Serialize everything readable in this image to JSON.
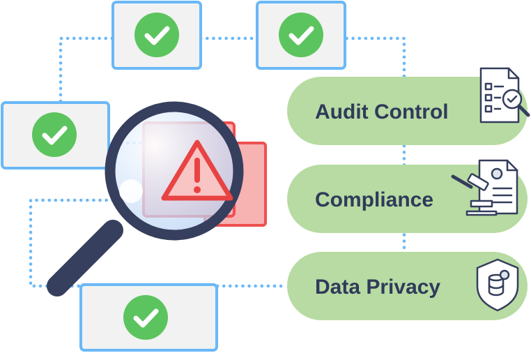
{
  "categories": [
    {
      "label": "Audit Control",
      "icon": "audit-checklist-icon"
    },
    {
      "label": "Compliance",
      "icon": "gavel-document-icon"
    },
    {
      "label": "Data Privacy",
      "icon": "shield-database-icon"
    }
  ],
  "check_boxes": {
    "count": 4,
    "icon": "check-circle-icon"
  },
  "alerts": {
    "icon": "warning-triangle-icon",
    "count": 2
  },
  "magnifier": {
    "icon": "magnifying-glass-icon"
  },
  "colors": {
    "box_border": "#6ab8f7",
    "box_fill": "#f2f2f2",
    "check_green": "#5cc45e",
    "dotted_line": "#6ab8f7",
    "pill_fill": "#b7dba2",
    "pill_text": "#2f3a5a",
    "alert_fill": "#f7b2b2",
    "alert_border": "#ef5050",
    "alert_icon": "#e84343",
    "magnifier_dark": "#363f5d",
    "lens_tint": "#d7e7fb",
    "icon_stroke": "#333d5c"
  }
}
